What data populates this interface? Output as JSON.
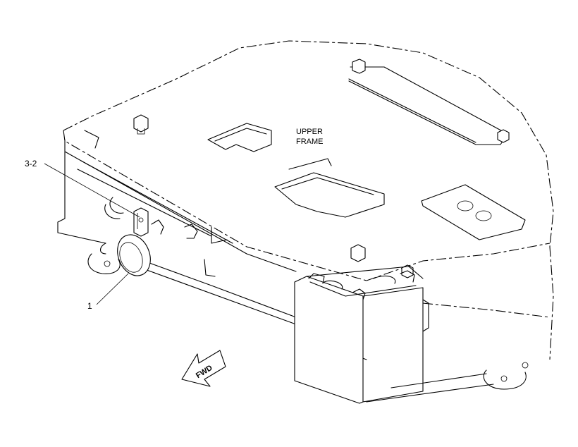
{
  "labels": {
    "frame_line1": "UPPER",
    "frame_line2": "FRAME",
    "callout_horn": "1",
    "callout_bracket": "3-2",
    "direction": "FWD"
  }
}
